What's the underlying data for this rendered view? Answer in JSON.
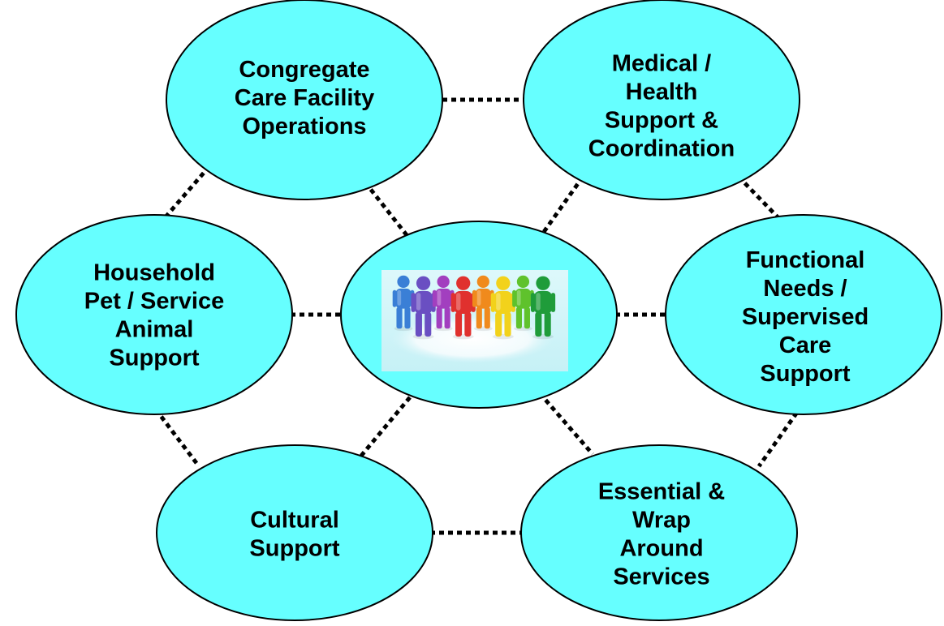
{
  "colors": {
    "node_fill": "#66FFFF",
    "node_stroke": "#000000",
    "connector": "#000000"
  },
  "center": {
    "image": "people-group-icon",
    "figure_colors": [
      "#3a7fd6",
      "#6a4fc2",
      "#a23fbf",
      "#e0312e",
      "#f08a1c",
      "#f2d21b",
      "#5fc22c",
      "#1f9c3a"
    ]
  },
  "nodes": {
    "congregate": [
      "Congregate",
      "Care Facility",
      "Operations"
    ],
    "medical": [
      "Medical /",
      "Health",
      "Support  &",
      "Coordination"
    ],
    "household": [
      "Household",
      "Pet / Service",
      "Animal",
      "Support"
    ],
    "functional": [
      "Functional",
      "Needs /",
      "Supervised",
      "Care",
      "Support"
    ],
    "cultural": [
      "Cultural",
      "Support"
    ],
    "essential": [
      "Essential &",
      "Wrap",
      "Around",
      "Services"
    ]
  }
}
